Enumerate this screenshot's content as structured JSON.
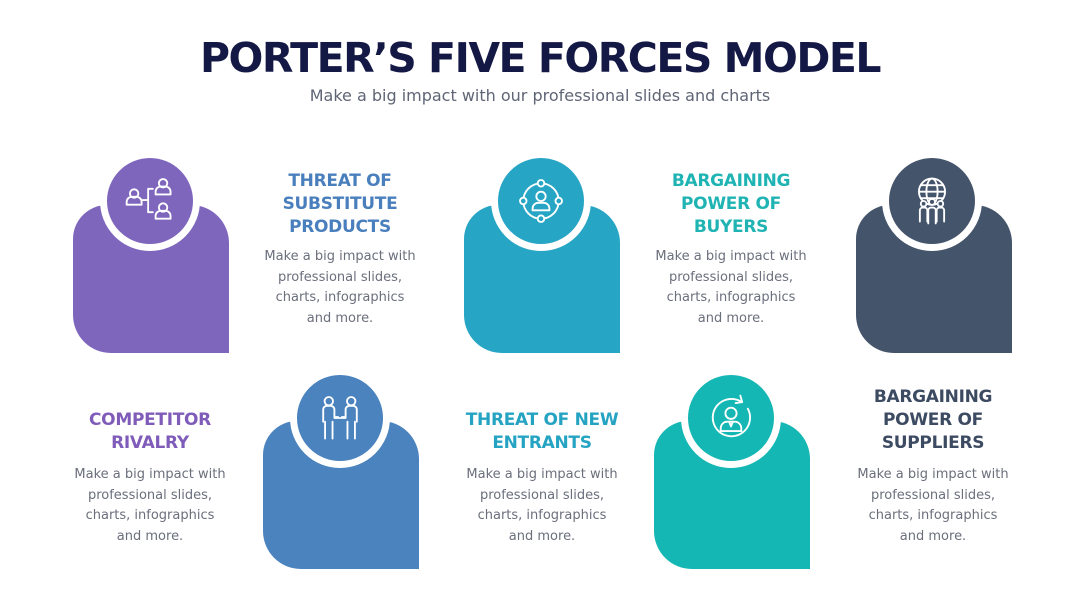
{
  "header": {
    "title": "PORTER’S FIVE FORCES MODEL",
    "subtitle": "Make a big impact with our professional slides and charts"
  },
  "forces": [
    {
      "heading_lines": [
        "THREAT OF",
        "SUBSTITUTE",
        "PRODUCTS"
      ],
      "description_lines": [
        "Make a big impact with",
        "professional slides,",
        "charts, infographics",
        "and more."
      ],
      "color": "#7f66bd",
      "heading_color": "#4a7fbd",
      "icon": "organization-chart-icon"
    },
    {
      "heading_lines": [
        "BARGAINING",
        "POWER OF",
        "BUYERS"
      ],
      "description_lines": [
        "Make a big impact with",
        "professional slides,",
        "charts, infographics",
        "and more."
      ],
      "color": "#27a5c4",
      "heading_color": "#1fb3b3",
      "icon": "network-user-icon"
    },
    {
      "heading_lines": [
        "BARGAINING",
        "POWER OF",
        "SUPPLIERS"
      ],
      "description_lines": [
        "Make a big impact with",
        "professional slides,",
        "charts, infographics",
        "and more."
      ],
      "color": "#44546a",
      "heading_color": "#3c4b61",
      "icon": "global-team-icon"
    },
    {
      "heading_lines": [
        "COMPETITOR",
        "RIVALRY"
      ],
      "description_lines": [
        "Make a big impact with",
        "professional slides,",
        "charts, infographics",
        "and more."
      ],
      "color": "#4a83be",
      "heading_color": "#7f5cb9",
      "icon": "business-handshake-icon"
    },
    {
      "heading_lines": [
        "THREAT OF NEW",
        "ENTRANTS"
      ],
      "description_lines": [
        "Make a big impact with",
        "professional slides,",
        "charts, infographics",
        "and more."
      ],
      "color": "#14b7b3",
      "heading_color": "#25a3c2",
      "icon": "rotating-user-icon"
    }
  ]
}
